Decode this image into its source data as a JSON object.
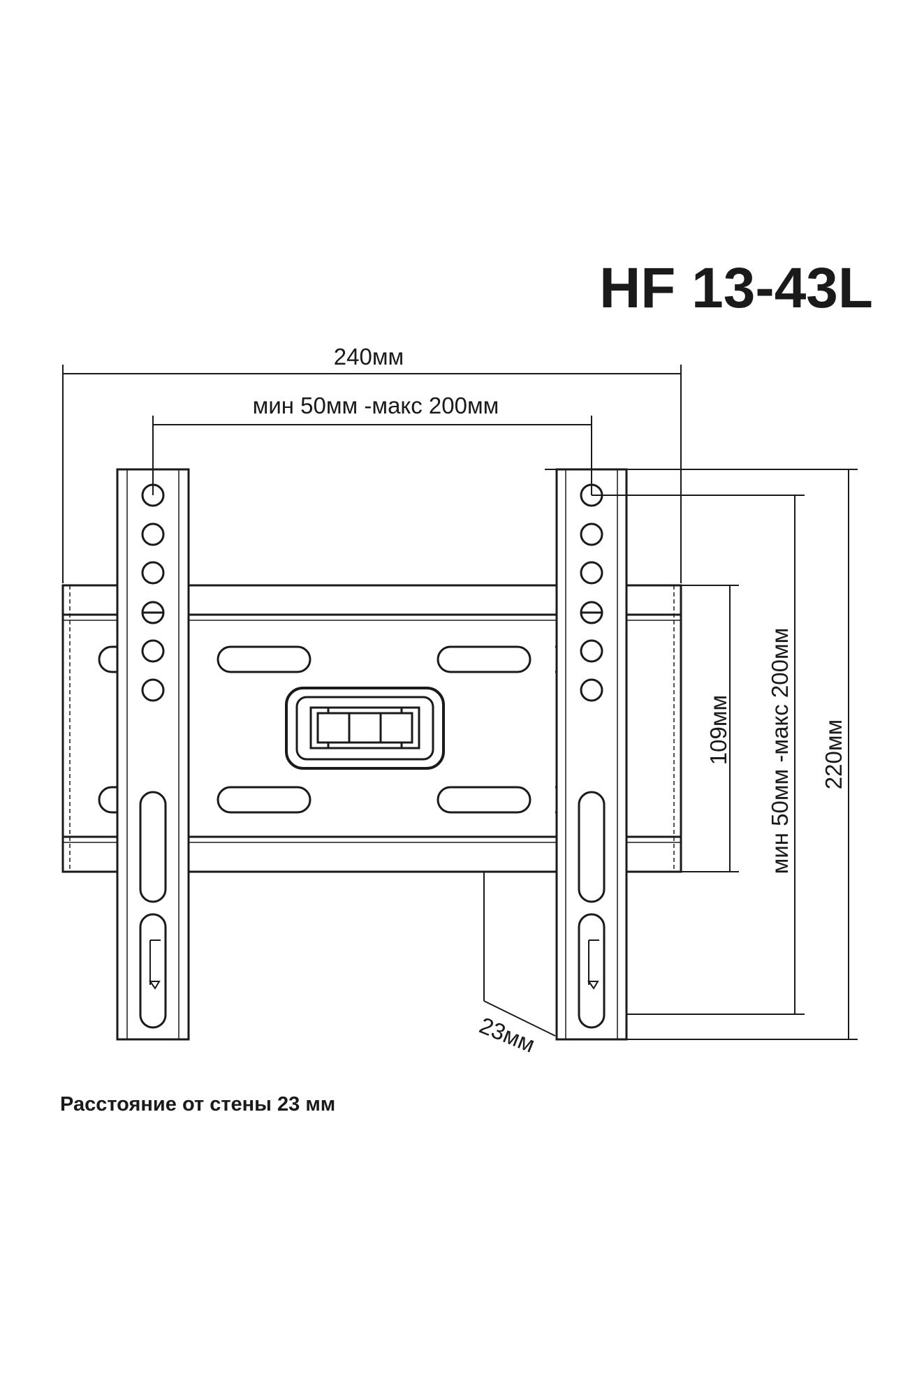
{
  "title": "HF 13-43L",
  "dimensions": {
    "total_width": "240мм",
    "hole_horizontal_range": "мин 50мм -макс 200мм",
    "hole_vertical_range": "мин 50мм -макс 200мм",
    "rail_height": "109мм",
    "total_height": "220мм",
    "wall_distance": "23мм"
  },
  "caption": "Расстояние от стены 23 мм",
  "colors": {
    "line": "#1a1a1a",
    "background": "#ffffff"
  }
}
